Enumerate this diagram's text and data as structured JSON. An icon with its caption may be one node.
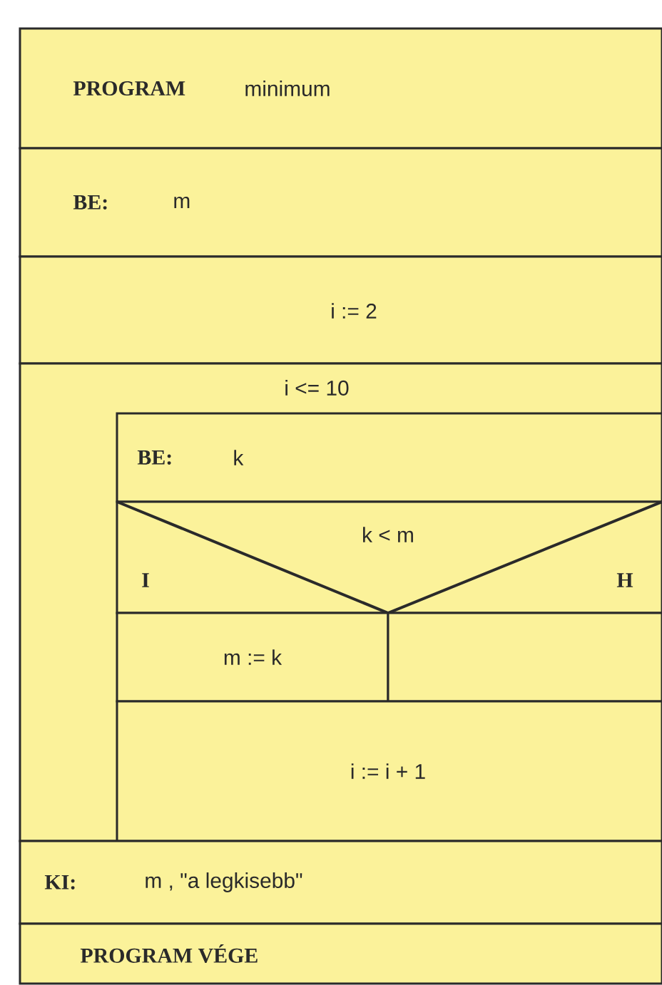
{
  "diagram": {
    "nodes": [
      {
        "text": [
          "PROGRAM",
          "minimum"
        ]
      },
      {
        "text": [
          "BE:",
          "m"
        ]
      },
      {
        "text": [
          "i := 2"
        ]
      },
      {
        "text": [
          "i <= 10"
        ]
      },
      {
        "text": [
          "BE:",
          "k"
        ],
        "in": 3
      },
      {
        "text": [
          "k < m",
          "I",
          "H"
        ],
        "in": 3
      },
      {
        "text": [
          "m := k"
        ],
        "in": 3
      },
      {
        "text": [],
        "shape": "box",
        "in": 3
      },
      {
        "text": [
          "i := i + 1"
        ],
        "in": 3
      },
      {
        "text": [
          "KI:",
          "m , \"a legkisebb\""
        ]
      },
      {
        "text": [
          "PROGRAM VÉGE"
        ]
      }
    ]
  }
}
